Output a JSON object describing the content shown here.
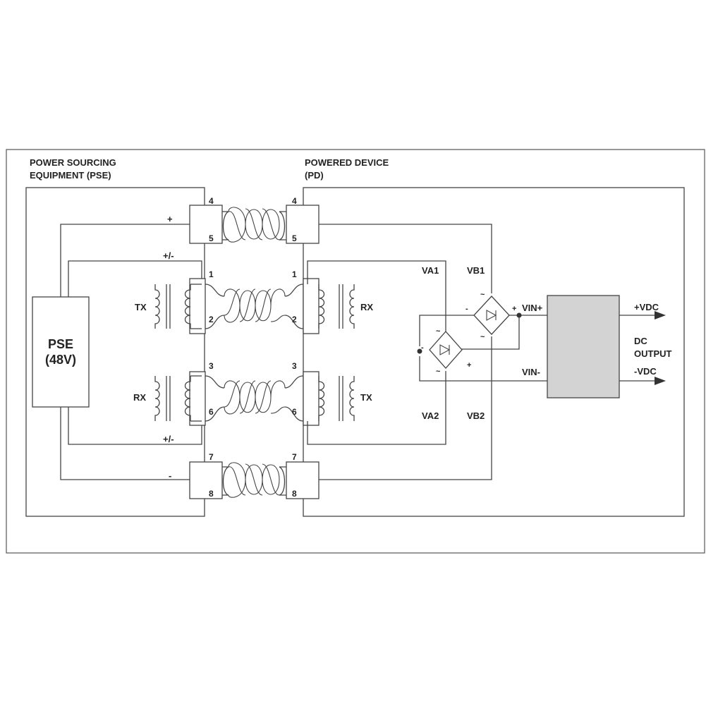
{
  "pse": {
    "section_line1": "POWER SOURCING",
    "section_line2": "EQUIPMENT (PSE)",
    "box_line1": "PSE",
    "box_line2": "(48V)",
    "tx_label": "TX",
    "rx_label": "RX"
  },
  "pd": {
    "section_line1": "POWERED DEVICE",
    "section_line2": "(PD)",
    "rx_label": "RX",
    "tx_label": "TX"
  },
  "pins": {
    "pair1": [
      "4",
      "5"
    ],
    "pair2": [
      "1",
      "2"
    ],
    "pair3": [
      "3",
      "6"
    ],
    "pair4": [
      "7",
      "8"
    ]
  },
  "polarity": {
    "plus": "+",
    "minus": "-",
    "plus_minus": "+/-",
    "tilde": "~"
  },
  "bridges": {
    "va1": "VA1",
    "va2": "VA2",
    "vb1": "VB1",
    "vb2": "VB2"
  },
  "converter": {
    "vin_plus": "VIN+",
    "vin_minus": "VIN-",
    "out_plus": "+VDC",
    "out_minus": "-VDC",
    "output_line1": "DC",
    "output_line2": "OUTPUT",
    "fill_color": "#d3d3d3"
  }
}
